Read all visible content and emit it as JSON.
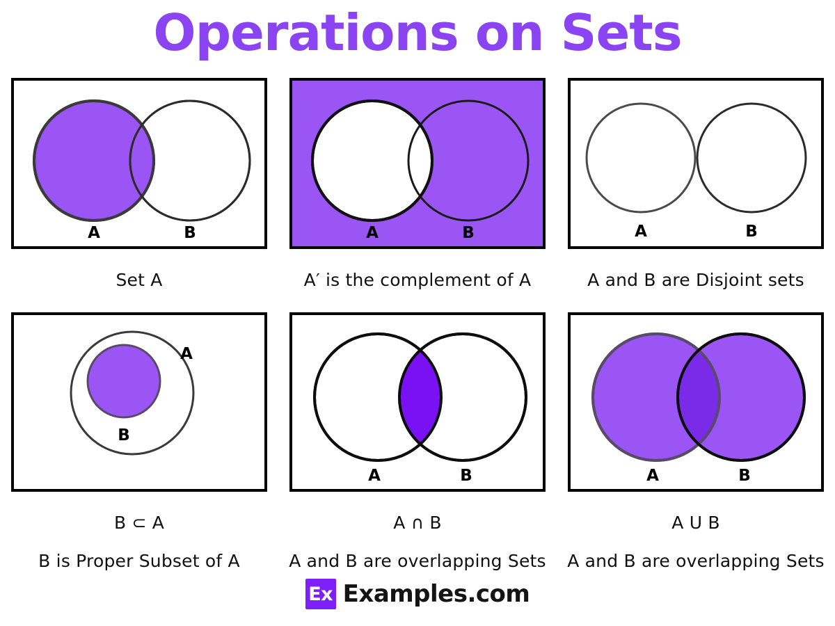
{
  "page": {
    "title": "Operations on Sets",
    "title_color": "#8A44F2",
    "background": "#ffffff"
  },
  "colors": {
    "fill_light_purple": "#9B55F5",
    "fill_dark_purple": "#7A11F5",
    "outline_dark": "#333333",
    "outline_black": "#000000",
    "logo_purple": "#7D20F8"
  },
  "panels": [
    {
      "id": "set-a",
      "diagram": "two-overlapping-circles",
      "shaded": "A",
      "rect_fill": "#ffffff",
      "labels": {
        "a": "A",
        "b": "B"
      },
      "caption_primary": "Set A",
      "caption_secondary": ""
    },
    {
      "id": "complement-of-a",
      "diagram": "two-overlapping-circles",
      "shaded": "universe-minus-A",
      "rect_fill": "#9B55F5",
      "labels": {
        "a": "A",
        "b": "B"
      },
      "caption_primary": "A′ is the complement of A",
      "caption_secondary": ""
    },
    {
      "id": "disjoint-sets",
      "diagram": "two-separate-circles",
      "shaded": "none",
      "rect_fill": "#ffffff",
      "labels": {
        "a": "A",
        "b": "B"
      },
      "caption_primary": "A and B are Disjoint sets",
      "caption_secondary": ""
    },
    {
      "id": "proper-subset",
      "diagram": "nested-circles",
      "shaded": "B",
      "rect_fill": "#ffffff",
      "labels": {
        "a": "A",
        "b": "B"
      },
      "caption_primary": "B ⊂ A",
      "caption_secondary": "B is Proper Subset of A"
    },
    {
      "id": "intersection",
      "diagram": "two-overlapping-circles",
      "shaded": "intersection",
      "rect_fill": "#ffffff",
      "labels": {
        "a": "A",
        "b": "B"
      },
      "caption_primary": "A ∩ B",
      "caption_secondary": "A and B are overlapping Sets"
    },
    {
      "id": "union",
      "diagram": "two-overlapping-circles",
      "shaded": "union",
      "rect_fill": "#ffffff",
      "labels": {
        "a": "A",
        "b": "B"
      },
      "caption_primary": "A U B",
      "caption_secondary": "A and B are overlapping Sets"
    }
  ],
  "footer": {
    "logo_mark": "Ex",
    "logo_text": "Examples.com"
  }
}
